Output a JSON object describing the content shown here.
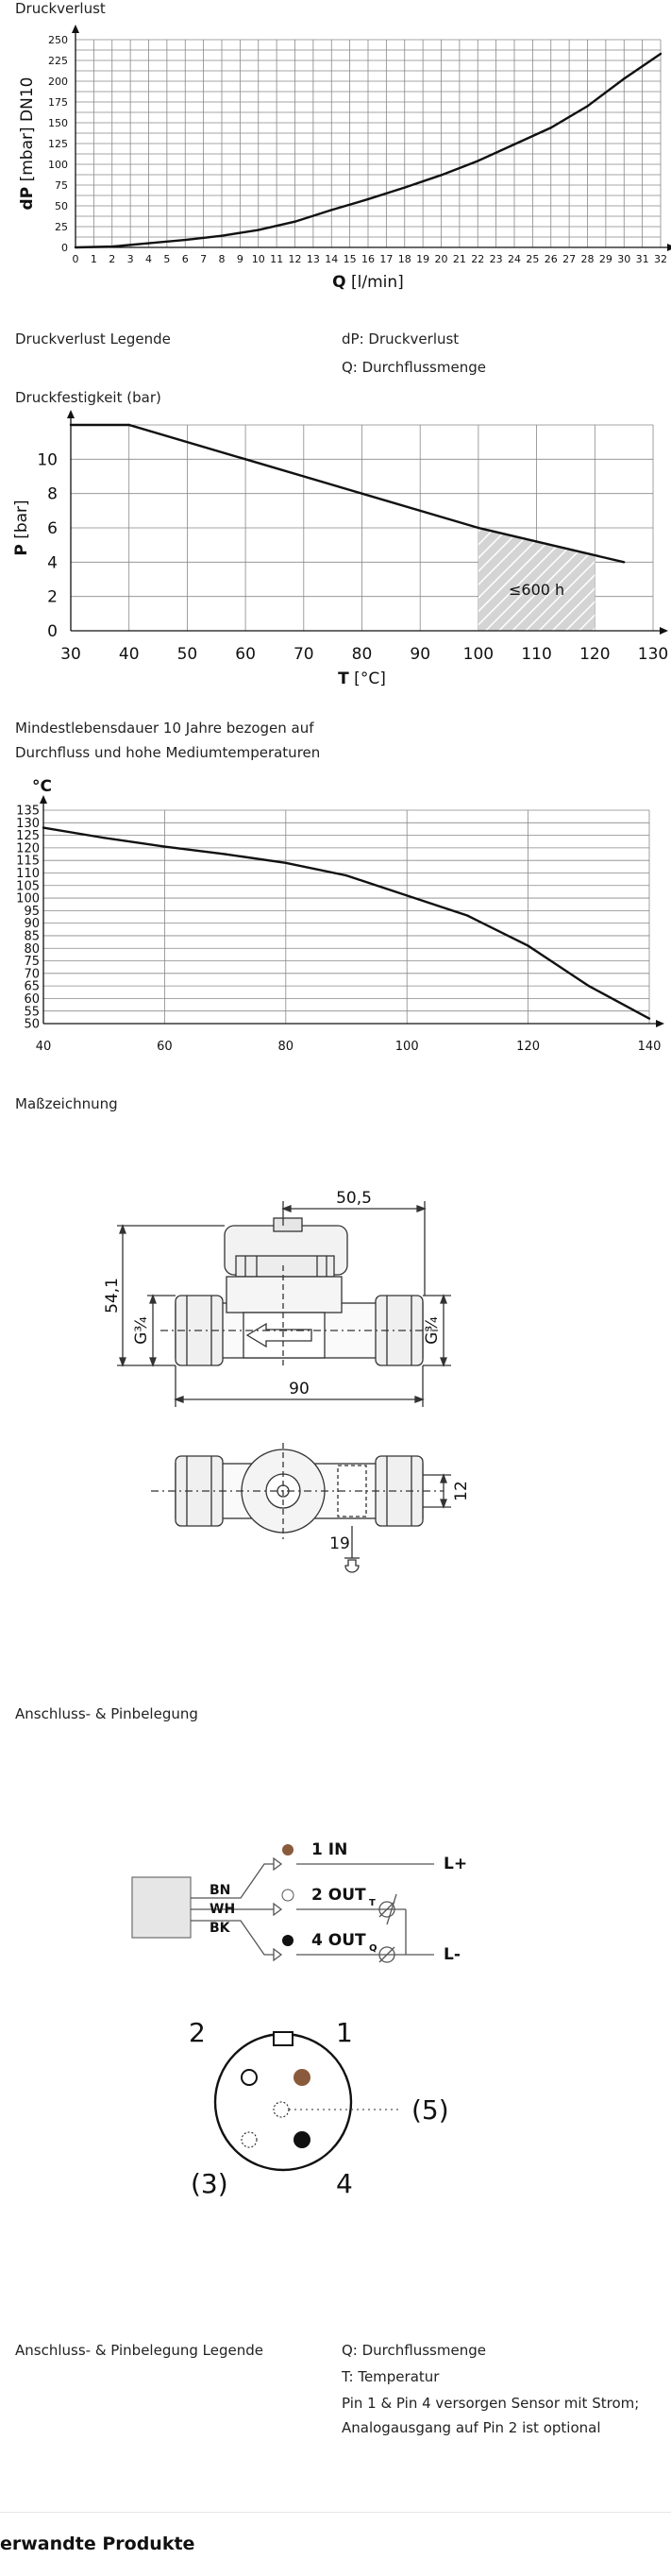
{
  "sections": {
    "pressure_loss": {
      "heading": "Druckverlust",
      "legend_title": "Druckverlust Legende",
      "legend_items": [
        "dP: Druckverlust",
        "Q: Durchflussmenge"
      ]
    },
    "pressure_strength": {
      "heading": "Druckfestigkeit (bar)"
    },
    "lifetime": {
      "heading_lines": [
        "Mindestlebensdauer 10 Jahre bezogen auf",
        "Durchfluss und hohe Mediumtemperaturen"
      ]
    },
    "dimension": {
      "heading": "Maßzeichnung",
      "labels": {
        "width_top": "50,5",
        "height": "54,1",
        "thread_left": "G¾",
        "thread_right": "G¾",
        "length": "90",
        "side_height": "12",
        "wrench": "19"
      }
    },
    "pinout": {
      "heading": "Anschluss- & Pinbelegung",
      "wires": [
        "BN",
        "WH",
        "BK"
      ],
      "pins": [
        "1 IN",
        "2 OUT",
        "4 OUT"
      ],
      "pin_subscripts": [
        "T",
        "Q"
      ],
      "rails": [
        "L+",
        "L-"
      ],
      "connector_numbers": [
        "2",
        "1",
        "(5)",
        "(3)",
        "4"
      ],
      "legend_title": "Anschluss- & Pinbelegung Legende",
      "legend_items": [
        "Q: Durchflussmenge",
        "T: Temperatur",
        "Pin 1 & Pin 4 versorgen Sensor mit Strom;",
        "Analogausgang auf Pin 2 ist optional"
      ]
    },
    "related": {
      "heading": "erwandte Produkte"
    }
  },
  "colors": {
    "line": "#111111",
    "grid": "#888888",
    "hatch": "#aaaaaa",
    "brown": "#8a5a3c",
    "black": "#111111"
  },
  "chart_data": [
    {
      "type": "line",
      "xlabel_bold": "Q",
      "xlabel_unit": "[l/min]",
      "ylabel_bold": "dP",
      "ylabel_unit": "[mbar] DN10",
      "xlim": [
        0,
        32
      ],
      "ylim": [
        0,
        250
      ],
      "xticks": [
        0,
        1,
        2,
        3,
        4,
        5,
        6,
        7,
        8,
        9,
        10,
        11,
        12,
        13,
        14,
        15,
        16,
        17,
        18,
        19,
        20,
        21,
        22,
        23,
        24,
        25,
        26,
        27,
        28,
        29,
        30,
        31,
        32
      ],
      "yticks": [
        0,
        25,
        50,
        75,
        100,
        125,
        150,
        175,
        200,
        225,
        250
      ],
      "grid": true,
      "x": [
        0,
        2,
        4,
        6,
        8,
        10,
        12,
        14,
        16,
        18,
        20,
        22,
        24,
        26,
        28,
        30,
        32
      ],
      "y": [
        0,
        1,
        5,
        9,
        14,
        21,
        31,
        45,
        58,
        72,
        87,
        104,
        124,
        144,
        170,
        203,
        233
      ]
    },
    {
      "type": "line",
      "xlabel_bold": "T",
      "xlabel_unit": "[°C]",
      "ylabel_bold": "P",
      "ylabel_unit": "[bar]",
      "xlim": [
        30,
        130
      ],
      "ylim": [
        0,
        12
      ],
      "xticks": [
        30,
        40,
        50,
        60,
        70,
        80,
        90,
        100,
        110,
        120,
        130
      ],
      "yticks": [
        0,
        2,
        4,
        6,
        8,
        10
      ],
      "grid": true,
      "x": [
        30,
        40,
        60,
        80,
        100,
        125
      ],
      "y": [
        12,
        12,
        10,
        8,
        6,
        4
      ],
      "shaded_region": {
        "x": [
          100,
          120
        ],
        "label": "≤600 h"
      }
    },
    {
      "type": "line",
      "ylabel": "°C",
      "xlim": [
        40,
        140
      ],
      "ylim": [
        50,
        135
      ],
      "xticks": [
        40,
        60,
        80,
        100,
        120,
        140
      ],
      "yticks": [
        50,
        55,
        60,
        65,
        70,
        75,
        80,
        85,
        90,
        95,
        100,
        105,
        110,
        115,
        120,
        125,
        130,
        135
      ],
      "grid": true,
      "x": [
        40,
        50,
        60,
        70,
        80,
        90,
        100,
        110,
        120,
        130,
        140
      ],
      "y": [
        128,
        124,
        120.5,
        117.5,
        114,
        109,
        101,
        93,
        81,
        65,
        52
      ]
    }
  ]
}
